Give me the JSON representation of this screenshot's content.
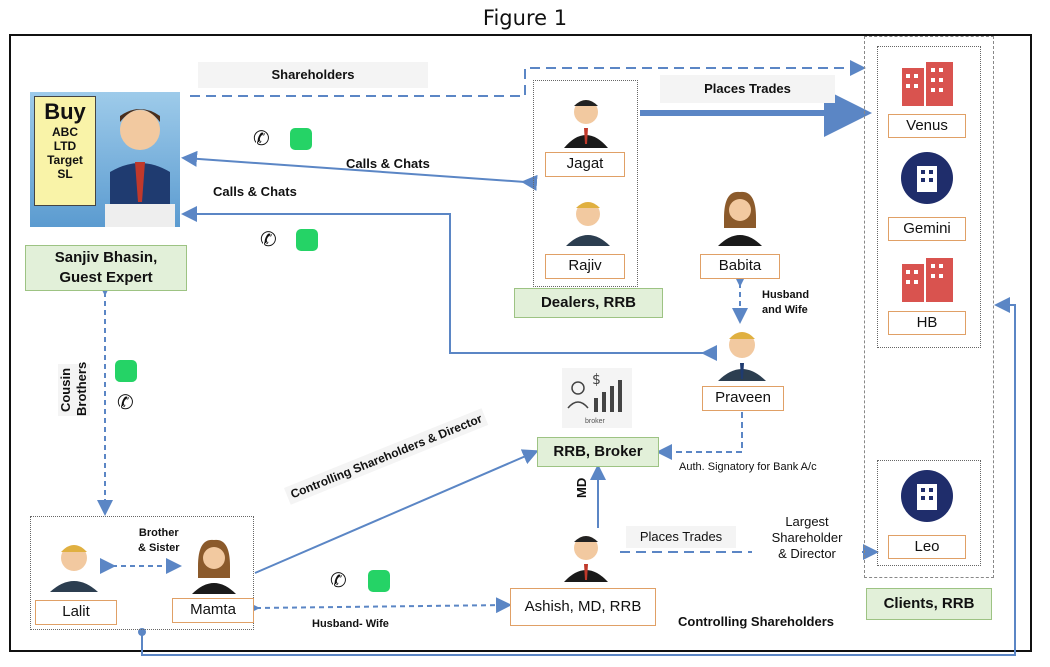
{
  "figure_title": "Figure 1",
  "tv_screen": {
    "line1": "Buy",
    "line2": "ABC",
    "line3": "LTD",
    "line4": "Target",
    "line5": "SL"
  },
  "nodes": {
    "sanjiv": "Sanjiv Bhasin,\nGuest Expert",
    "jagat": "Jagat",
    "rajiv": "Rajiv",
    "dealers": "Dealers, RRB",
    "babita": "Babita",
    "praveen": "Praveen",
    "rrb_broker": "RRB, Broker",
    "broker_caption": "broker",
    "lalit": "Lalit",
    "mamta": "Mamta",
    "ashish": "Ashish, MD, RRB",
    "venus": "Venus",
    "gemini": "Gemini",
    "hb": "HB",
    "leo": "Leo",
    "clients": "Clients, RRB"
  },
  "edge_labels": {
    "shareholders": "Shareholders",
    "places_trades_top": "Places  Trades",
    "calls_chats_1": "Calls & Chats",
    "calls_chats_2": "Calls & Chats",
    "husband_wife_top": "Husband\nand Wife",
    "cousin_brothers": "Cousin\nBrothers",
    "controlling_director": "Controlling Shareholders  & Director",
    "auth_signatory": "Auth. Signatory for Bank A/c",
    "md": "MD",
    "brother_sister": "Brother\n& Sister",
    "places_trades_bottom": "Places Trades",
    "largest_shareholder": "Largest\nShareholder\n& Director",
    "husband_wife_bottom": "Husband- Wife",
    "controlling_shareholders": "Controlling Shareholders"
  },
  "colors": {
    "arrow": "#5b86c5",
    "green_fill": "#e2f0d9",
    "orange_border": "#e0a066",
    "building_red": "#d9534f",
    "building_navy": "#1f2d6b",
    "whatsapp": "#25d366"
  },
  "icons": [
    "phone-icon",
    "whatsapp-icon",
    "building-icon",
    "person-icon",
    "broker-icon",
    "tv-anchor-icon"
  ]
}
